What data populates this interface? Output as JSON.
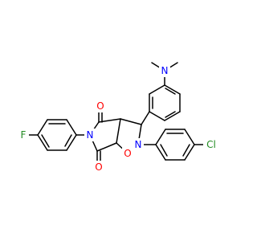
{
  "molecule": {
    "colors": {
      "bond": "#000000",
      "carbon": "#000000",
      "nitrogen": "#0000ff",
      "oxygen": "#ff0000",
      "fluorine": "#228b22",
      "chlorine": "#228b22"
    },
    "labels": {
      "n_dimethylamino": "N",
      "n_imide": "N",
      "n_isoxazolidine": "N",
      "o_ring": "O",
      "o_carbonyl_top": "O",
      "o_carbonyl_bottom": "O",
      "fluorine": "F",
      "chlorine": "Cl"
    }
  }
}
